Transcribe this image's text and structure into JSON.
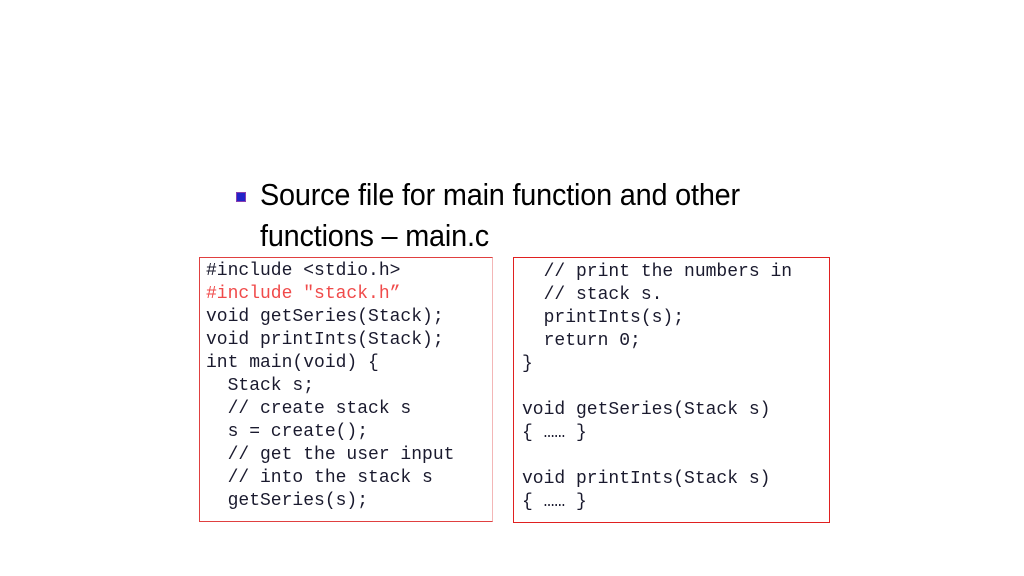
{
  "slide": {
    "background_color": "#ffffff",
    "bullet": {
      "marker_color": "#2323c8",
      "text": "Source file for main function and other functions – main.c"
    },
    "code_panels": [
      {
        "id": "left-code-panel",
        "border_color": "#e02020",
        "text_color": "#1a1a2e",
        "highlight_color": "#f04a4a",
        "lines": [
          {
            "text": "#include <stdio.h>",
            "color": "default"
          },
          {
            "text": "#include \"stack.h”",
            "color": "red"
          },
          {
            "text": "void getSeries(Stack);",
            "color": "default"
          },
          {
            "text": "void printInts(Stack);",
            "color": "default"
          },
          {
            "text": "int main(void) {",
            "color": "default"
          },
          {
            "text": "  Stack s;",
            "color": "default"
          },
          {
            "text": "  // create stack s",
            "color": "default"
          },
          {
            "text": "  s = create();",
            "color": "default"
          },
          {
            "text": "  // get the user input",
            "color": "default"
          },
          {
            "text": "  // into the stack s",
            "color": "default"
          },
          {
            "text": "  getSeries(s);",
            "color": "default"
          }
        ]
      },
      {
        "id": "right-code-panel",
        "border_color": "#e02020",
        "text_color": "#1a1a2e",
        "highlight_color": "#f04a4a",
        "lines": [
          {
            "text": "  // print the numbers in",
            "color": "default"
          },
          {
            "text": "  // stack s.",
            "color": "default"
          },
          {
            "text": "  printInts(s);",
            "color": "default"
          },
          {
            "text": "  return 0;",
            "color": "default"
          },
          {
            "text": "}",
            "color": "default"
          },
          {
            "text": "",
            "color": "default"
          },
          {
            "text": "void getSeries(Stack s)",
            "color": "default"
          },
          {
            "text": "{ …… }",
            "color": "default"
          },
          {
            "text": "",
            "color": "default"
          },
          {
            "text": "void printInts(Stack s)",
            "color": "default"
          },
          {
            "text": "{ …… }",
            "color": "default"
          }
        ]
      }
    ]
  }
}
